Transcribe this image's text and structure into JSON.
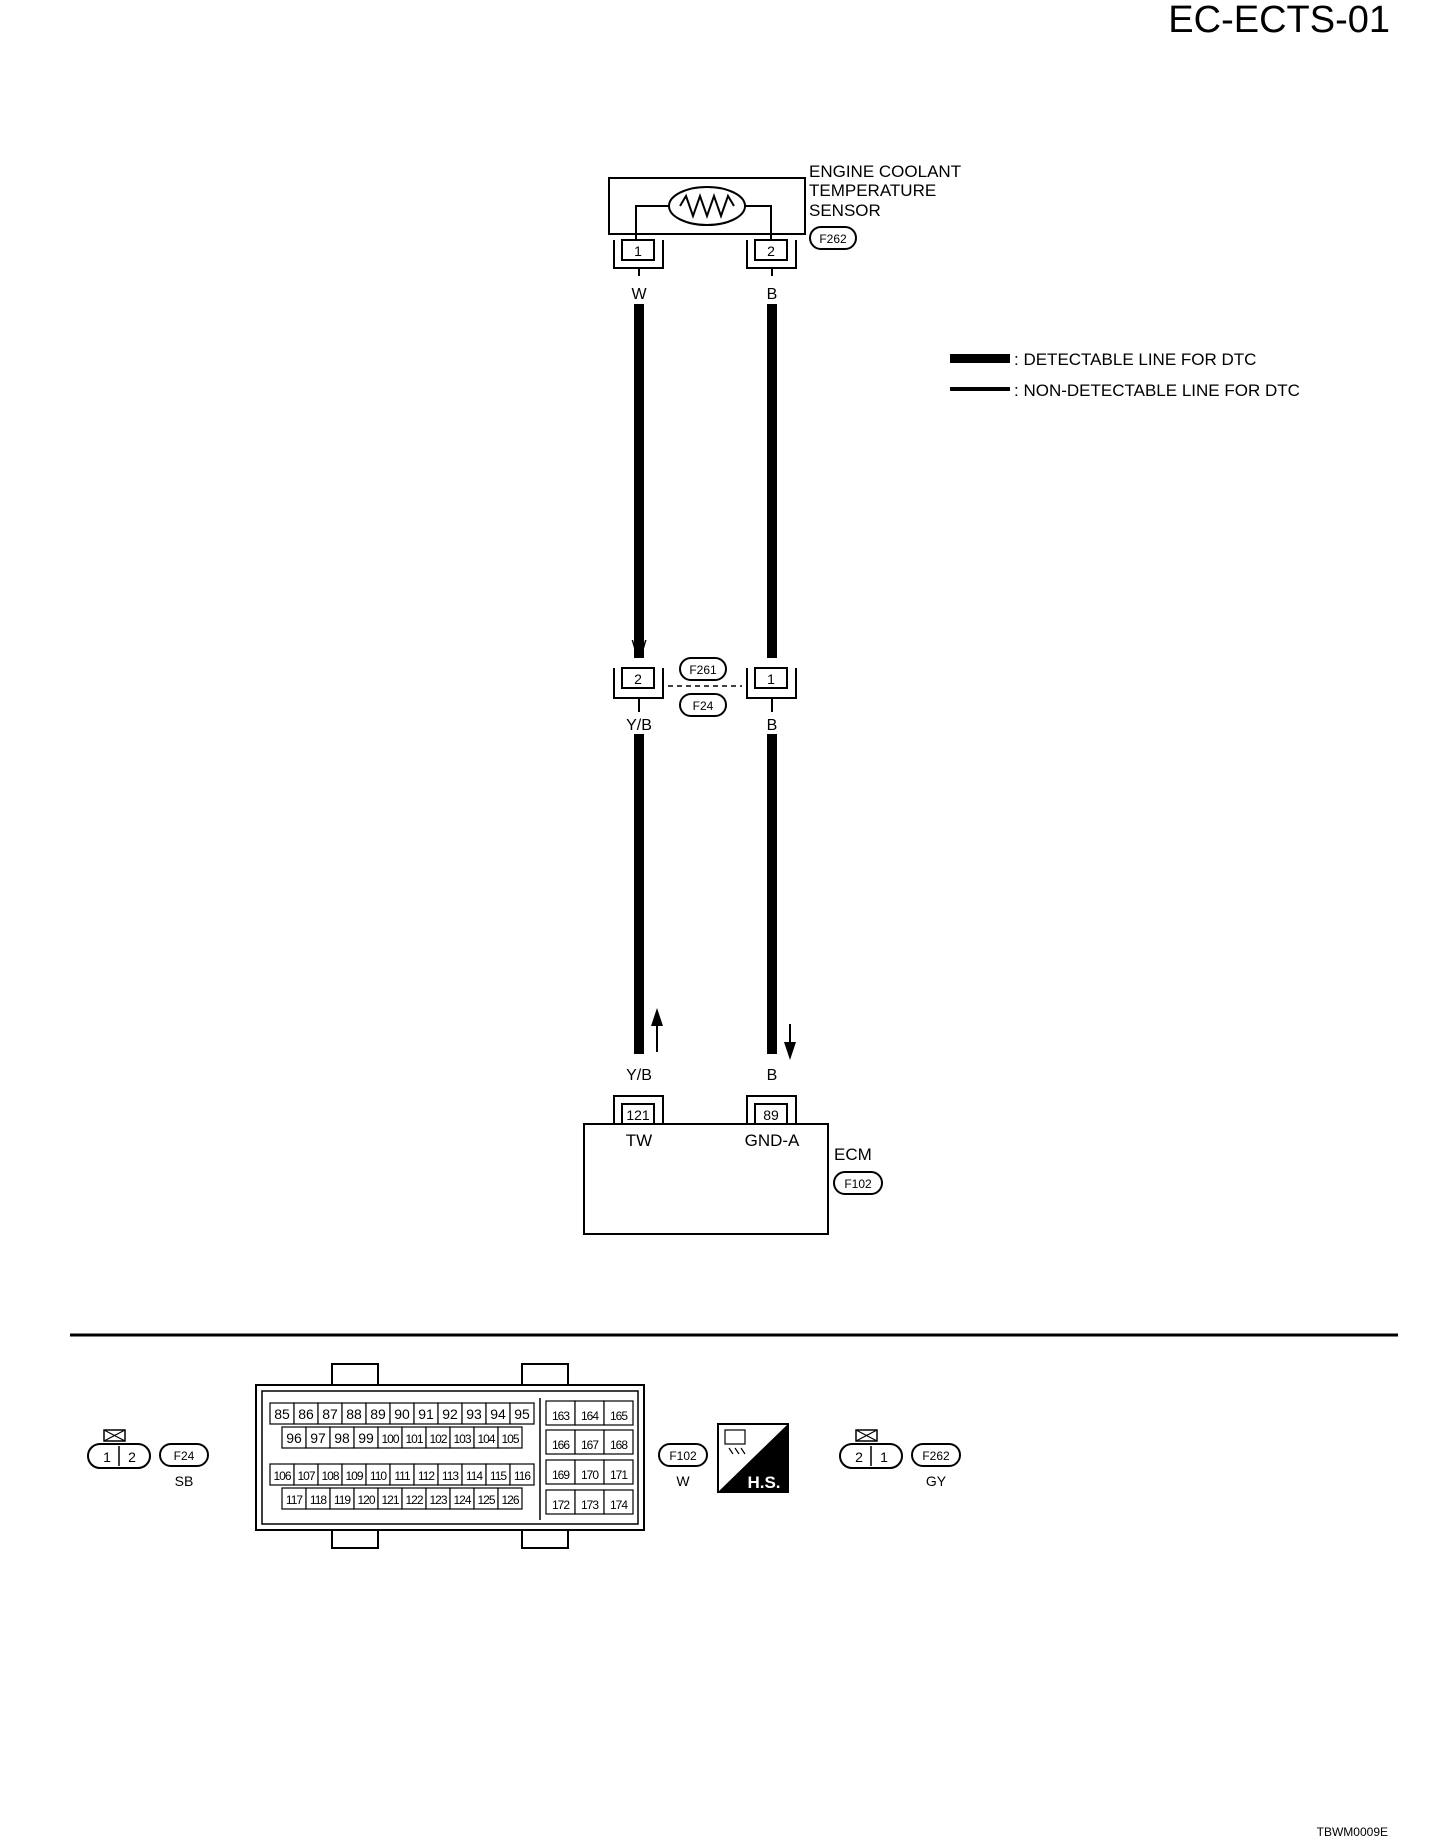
{
  "page_id": "EC-ECTS-01",
  "footer_code": "TBWM0009E",
  "sensor": {
    "label_lines": [
      "ENGINE COOLANT",
      "TEMPERATURE",
      "SENSOR"
    ],
    "connector": "F262",
    "pins": [
      "1",
      "2"
    ]
  },
  "wires": {
    "left_top": "W",
    "right_top": "B",
    "left_mid_above": "W",
    "right_mid_above": "B",
    "left_mid_below": "Y/B",
    "right_mid_below": "B",
    "left_bottom": "Y/B",
    "right_bottom": "B"
  },
  "junction": {
    "connector_a": "F261",
    "connector_b": "F24",
    "left_pin": "2",
    "right_pin": "1"
  },
  "legend": {
    "detectable": ": DETECTABLE LINE FOR DTC",
    "non_detectable": ": NON-DETECTABLE LINE FOR DTC"
  },
  "ecm": {
    "label": "ECM",
    "connector": "F102",
    "left_pin": "121",
    "right_pin": "89",
    "left_signal": "TW",
    "right_signal": "GND-A"
  },
  "connectors_bottom": {
    "f24": {
      "code": "F24",
      "color": "SB",
      "pins": [
        "1",
        "2"
      ]
    },
    "f102": {
      "code": "F102",
      "color": "W",
      "row1": [
        "85",
        "86",
        "87",
        "88",
        "89",
        "90",
        "91",
        "92",
        "93",
        "94",
        "95"
      ],
      "row2": [
        "96",
        "97",
        "98",
        "99",
        "100",
        "101",
        "102",
        "103",
        "104",
        "105"
      ],
      "row3": [
        "106",
        "107",
        "108",
        "109",
        "110",
        "111",
        "112",
        "113",
        "114",
        "115",
        "116"
      ],
      "row4": [
        "117",
        "118",
        "119",
        "120",
        "121",
        "122",
        "123",
        "124",
        "125",
        "126"
      ],
      "right_grid": [
        [
          "163",
          "164",
          "165"
        ],
        [
          "166",
          "167",
          "168"
        ],
        [
          "169",
          "170",
          "171"
        ],
        [
          "172",
          "173",
          "174"
        ]
      ]
    },
    "hs_badge": "H.S.",
    "f262": {
      "code": "F262",
      "color": "GY",
      "pins": [
        "2",
        "1"
      ]
    }
  }
}
